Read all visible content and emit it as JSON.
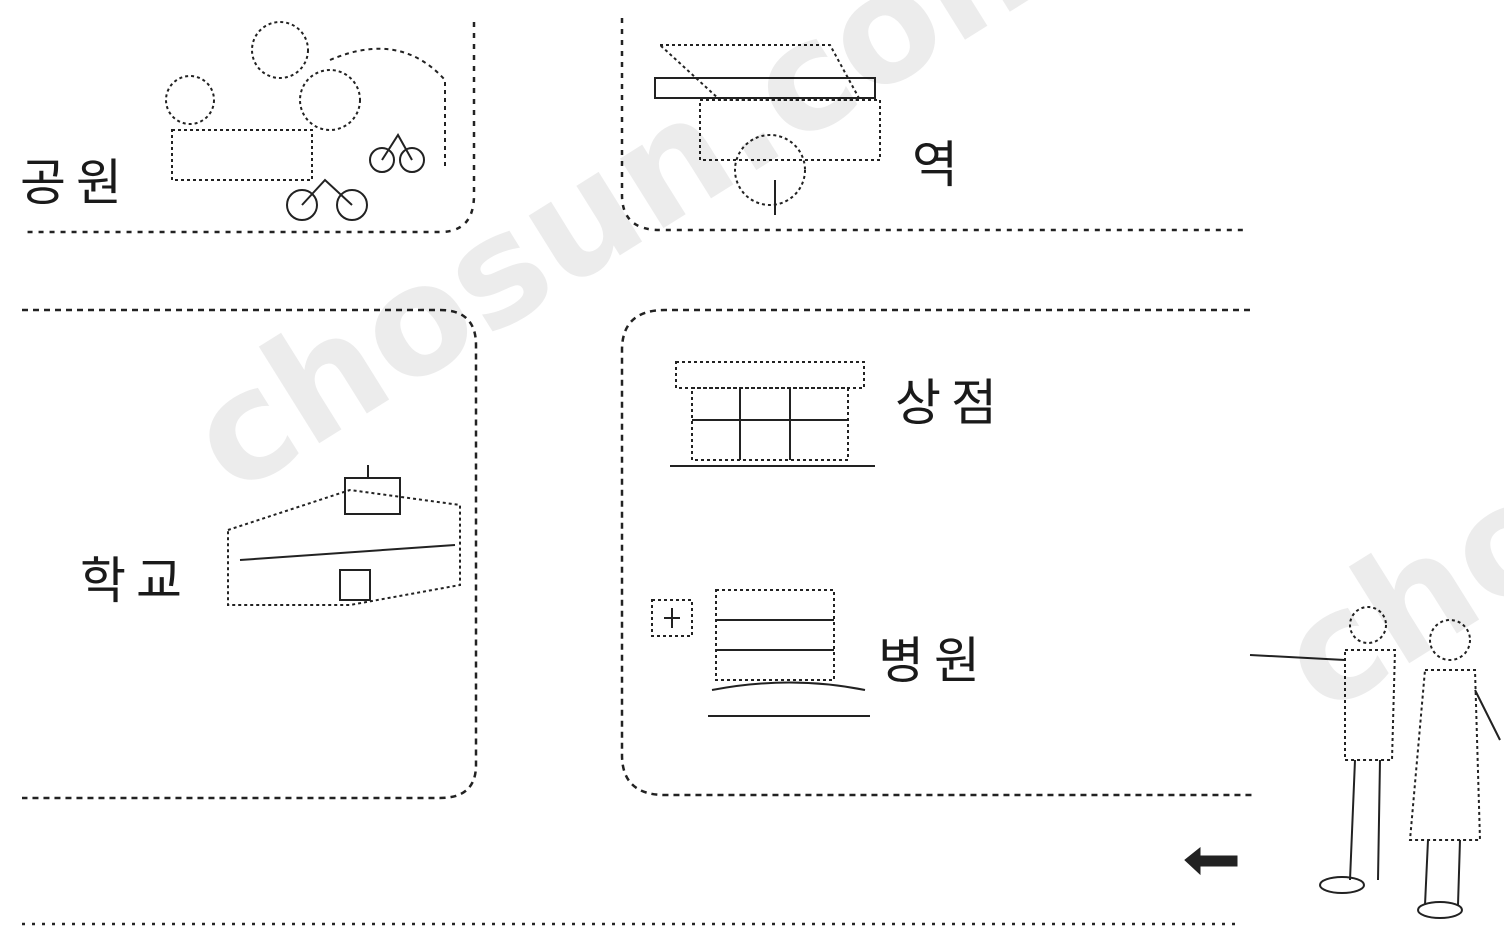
{
  "places": {
    "park": "공원",
    "station": "역",
    "store": "상점",
    "school": "학교",
    "hospital": "병원"
  },
  "watermark": "chosun.com",
  "icons": {
    "park": "park-with-trees-and-bicycles-icon",
    "station": "train-station-icon",
    "store": "store-building-icon",
    "school": "school-building-icon",
    "hospital": "hospital-building-icon",
    "people": "two-people-pointing-icon",
    "arrow": "direction-arrow-icon"
  }
}
